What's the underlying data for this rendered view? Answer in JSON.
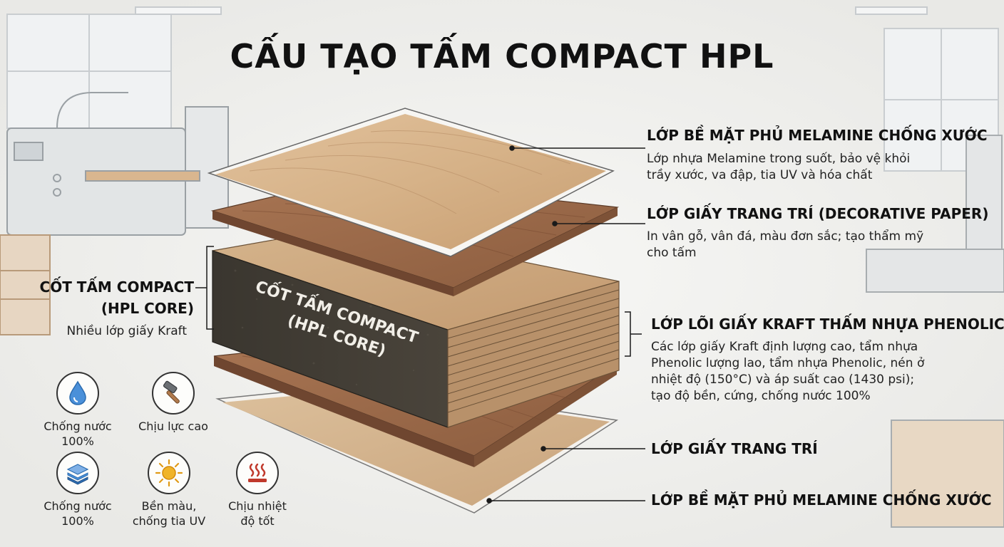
{
  "title": "CẤU TẠO TẤM COMPACT HPL",
  "core_label": {
    "title_line1": "CỐT TẤM COMPACT",
    "title_line2": "(HPL CORE)",
    "desc": "Nhiều lớp giấy Kraft",
    "embedded_line1": "CỐT TẤM COMPACT",
    "embedded_line2": "(HPL CORE)"
  },
  "layers": [
    {
      "title": "LỚP BỀ MẶT PHỦ MELAMINE CHỐNG XƯỚC",
      "desc_lines": [
        "Lớp nhựa Melamine trong suốt, bảo vệ khỏi",
        "trầy xước, va đập, tia UV và hóa chất"
      ]
    },
    {
      "title": "LỚP GIẤY TRANG TRÍ (DECORATIVE PAPER)",
      "desc_lines": [
        "In vân gỗ, vân đá, màu đơn sắc; tạo thẩm mỹ",
        "cho tấm"
      ]
    },
    {
      "title": "LỚP LÕI GIẤY KRAFT THẤM NHỰA PHENOLIC",
      "desc_lines": [
        "Các lớp giấy Kraft định lượng cao, tẩm nhựa",
        "Phenolic lượng lao, tẩm nhựa Phenolic, nén ở",
        "nhiệt độ (150°C) và áp suất cao (1430 psi);",
        "tạo độ bền, cứng, chống nước 100%"
      ]
    },
    {
      "title": "LỚP GIẤY TRANG TRÍ",
      "desc_lines": []
    },
    {
      "title": "LỚP BỀ MẶT PHỦ MELAMINE CHỐNG XƯỚC",
      "desc_lines": []
    }
  ],
  "features": [
    {
      "icon": "water-drop-icon",
      "line1": "Chống nước",
      "line2": "100%"
    },
    {
      "icon": "hammer-icon",
      "line1": "Chịu lực cao",
      "line2": ""
    },
    {
      "icon": "layers-icon",
      "line1": "Chống nước",
      "line2": "100%"
    },
    {
      "icon": "sun-icon",
      "line1": "Bền màu,",
      "line2": "chống tia UV"
    },
    {
      "icon": "heat-icon",
      "line1": "Chịu nhiệt",
      "line2": "độ tốt"
    }
  ],
  "colors": {
    "wood_light": "#d8b48a",
    "wood_mid": "#b5835a",
    "wood_dark": "#8a5a3a",
    "core": "#3e3a34",
    "kraft": "#c8a27a",
    "accent_red": "#c0392b",
    "accent_blue": "#4a90d9",
    "accent_yellow": "#f0b429"
  }
}
